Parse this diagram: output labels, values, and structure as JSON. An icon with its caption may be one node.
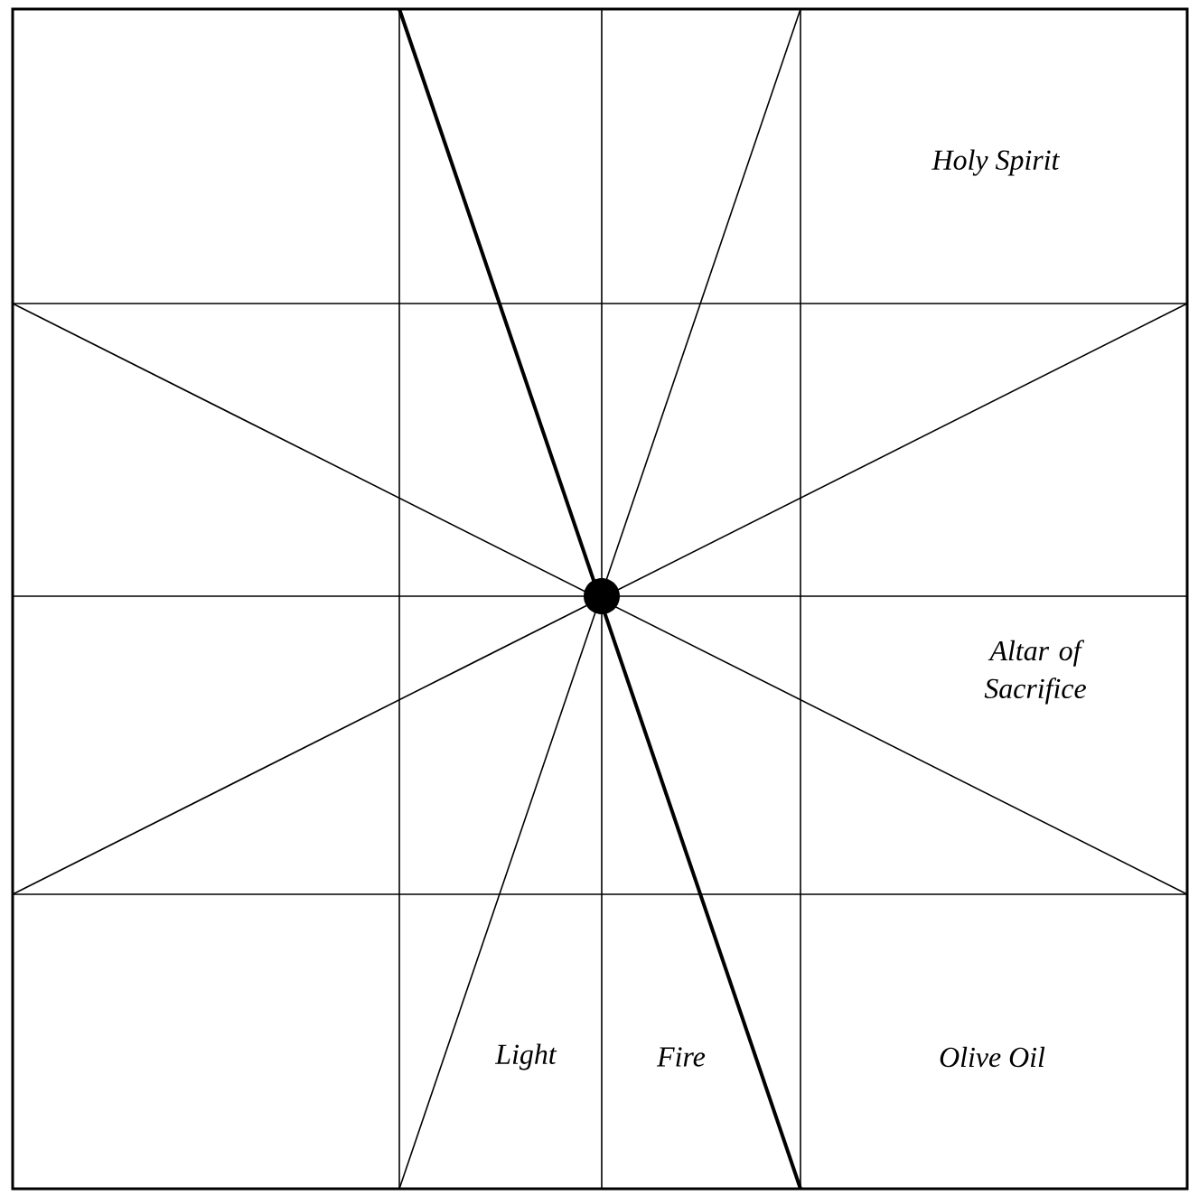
{
  "diagram": {
    "labels": [
      "Holy Spirit",
      "Altar of Sacrifice",
      "Light",
      "Fire",
      "Olive Oil"
    ]
  }
}
